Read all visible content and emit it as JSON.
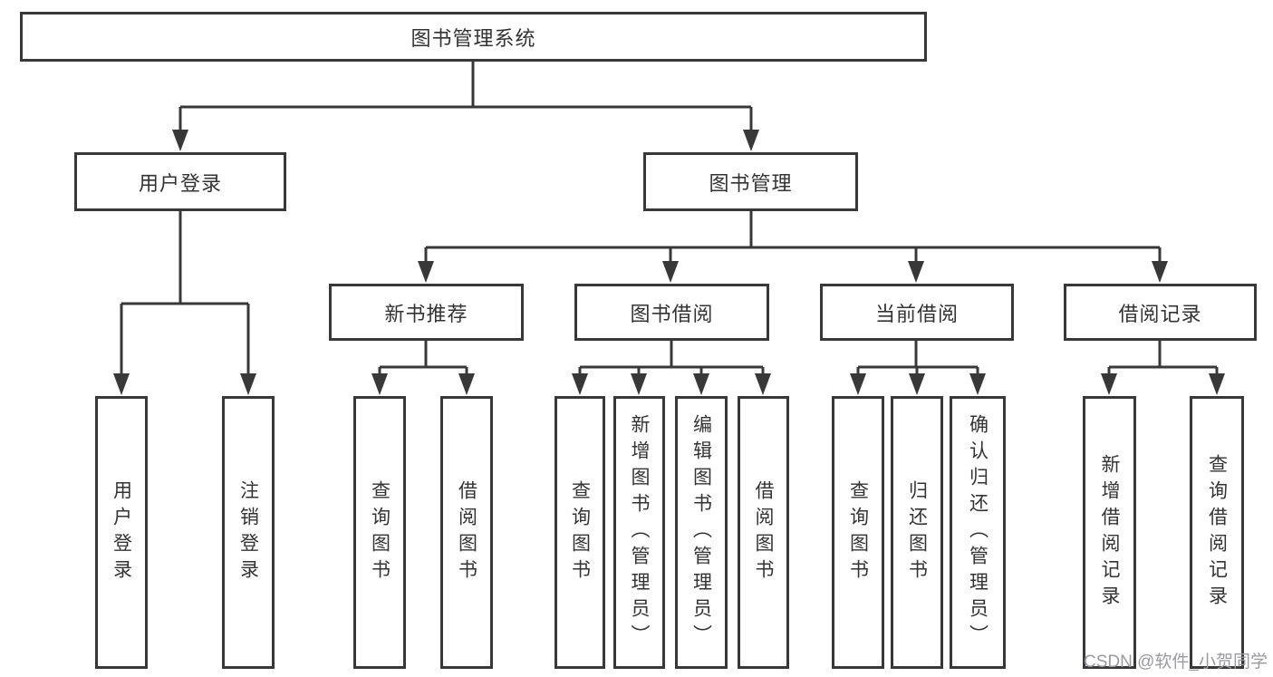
{
  "diagram": {
    "root": "图书管理系统",
    "branches": [
      {
        "label": "用户登录",
        "leaves": [
          "用户登录",
          "注销登录"
        ]
      },
      {
        "label": "图书管理",
        "sections": [
          {
            "label": "新书推荐",
            "leaves": [
              "查询图书",
              "借阅图书"
            ]
          },
          {
            "label": "图书借阅",
            "leaves": [
              "查询图书",
              "新增图书（管理员）",
              "编辑图书（管理员）",
              "借阅图书"
            ]
          },
          {
            "label": "当前借阅",
            "leaves": [
              "查询图书",
              "归还图书",
              "确认归还（管理员）"
            ]
          },
          {
            "label": "借阅记录",
            "leaves": [
              "新增借阅记录",
              "查询借阅记录"
            ]
          }
        ]
      }
    ]
  },
  "watermark": "CSDN @软件_小贺同学",
  "colors": {
    "line": "#383838",
    "text": "#333333",
    "background": "#ffffff",
    "watermark": "#9a9aa0"
  }
}
